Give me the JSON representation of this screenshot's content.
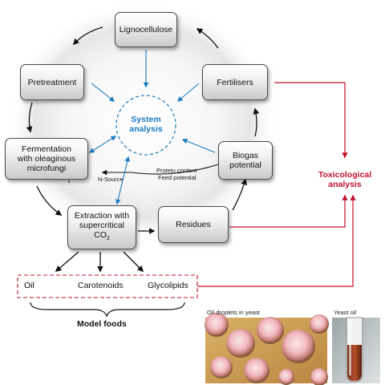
{
  "nodes": {
    "lignocellulose": "Lignocellulose",
    "pretreatment": "Pretreatment",
    "fertilisers": "Fertilisers",
    "fermentation": [
      "Fermentation",
      "with oleaginous",
      "microfungi"
    ],
    "biogas": [
      "Biogas",
      "potential"
    ],
    "extraction": [
      "Extraction with",
      "supercritical",
      "CO",
      "2"
    ],
    "residues": "Residues"
  },
  "center": [
    "System",
    "analysis"
  ],
  "edge_labels": {
    "n_source": "N-Source",
    "protein_content": "Protein content",
    "feed_potential": "Feed potential"
  },
  "toxicological": [
    "Toxicological",
    "analysis"
  ],
  "model_foods": {
    "items": [
      "Oil",
      "Carotenoids",
      "Glycolipids"
    ],
    "label": "Model foods"
  },
  "photos": {
    "droplets_caption": "Oil droplets in yeast",
    "yeast_oil_caption": "Yeast oil"
  },
  "colors": {
    "blue": "#1b7bc0",
    "red": "#c2132b"
  }
}
